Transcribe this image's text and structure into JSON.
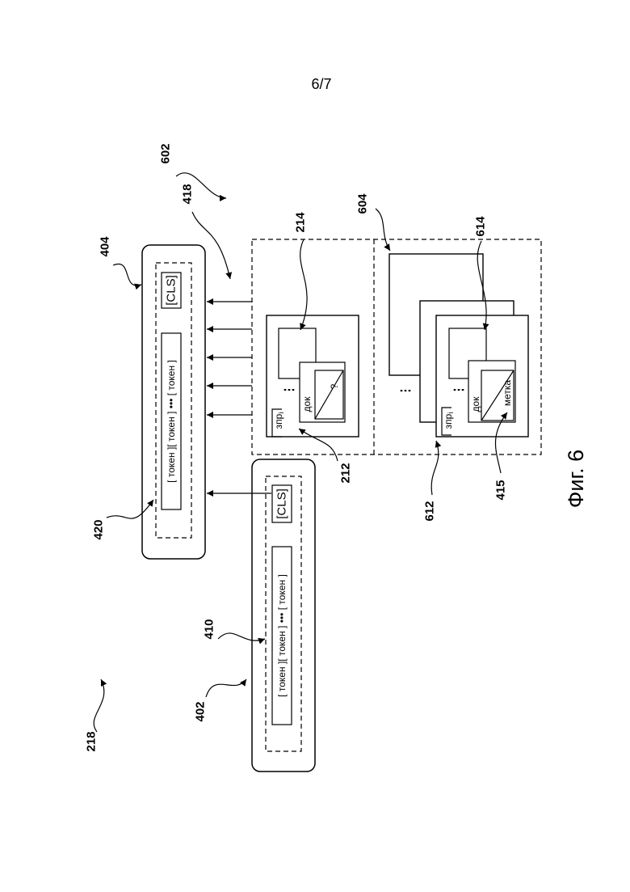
{
  "page_number": "6/7",
  "figure_caption": "Фиг. 6",
  "reference_numerals": {
    "n218": "218",
    "n402": "402",
    "n404": "404",
    "n410": "410",
    "n415": "415",
    "n418": "418",
    "n420": "420",
    "n602": "602",
    "n604": "604",
    "n612": "612",
    "n614": "614",
    "n212": "212",
    "n214": "214"
  },
  "token_label": "токен",
  "bracket_open": "[",
  "bracket_close": "]",
  "ellipsis": "•••",
  "cls_label": "[CLS]",
  "query_label": "зпр",
  "query_subscript": "i",
  "doc_label": "док",
  "unknown_label": "?",
  "tag_label": "метка",
  "stack_dots": "⋮"
}
